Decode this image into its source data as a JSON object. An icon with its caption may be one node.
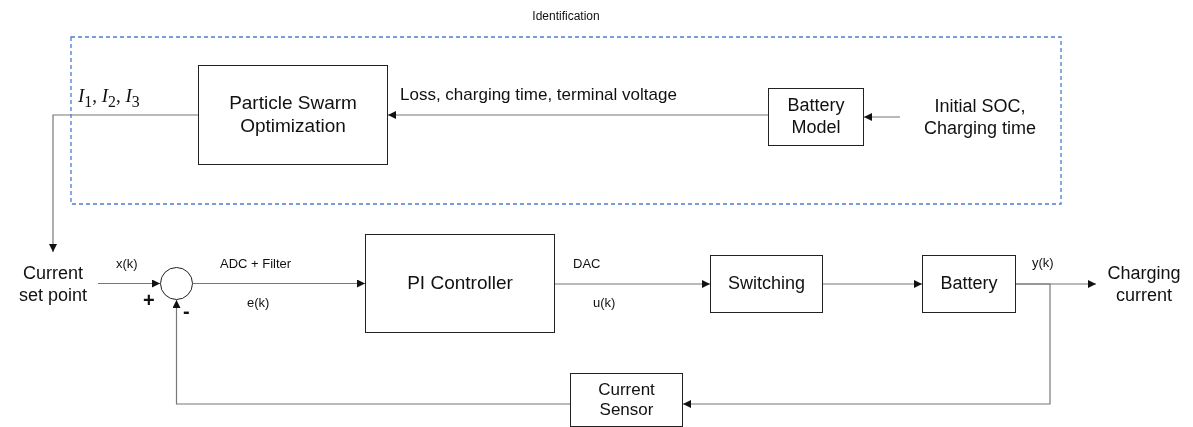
{
  "diagram": {
    "nodes": [
      {
        "text": [
          "Identification"
        ]
      },
      {
        "text": [
          "Particle Swarm Optimization"
        ],
        "in": 0
      },
      {
        "text": [
          "Battery Model"
        ],
        "in": 0
      },
      {
        "text": [
          "Initial SOC, Charging time"
        ],
        "in": 0
      },
      {
        "text": [
          "Current set point"
        ]
      },
      {
        "text": [],
        "shape": "circle"
      },
      {
        "text": [
          "PI Controller"
        ]
      },
      {
        "text": [
          "Switching"
        ]
      },
      {
        "text": [
          "Battery"
        ]
      },
      {
        "text": [
          "Charging current"
        ]
      },
      {
        "text": [
          "Current Sensor"
        ]
      }
    ],
    "edges": [
      {
        "from": 3,
        "to": 2,
        "arrow": "to"
      },
      {
        "from": 2,
        "to": 1,
        "arrow": "to",
        "label": "Loss, charging time, terminal voltage"
      },
      {
        "from": 1,
        "to": 4,
        "arrow": "to",
        "label": "*I*$_{1}$, *I*$_{2}$, *I*$_{3}$"
      },
      {
        "from": 4,
        "to": 5,
        "arrow": "to",
        "label": "x(k)"
      },
      {
        "from": 5,
        "to": 6,
        "arrow": "to",
        "label": "ADC + Filter"
      },
      {
        "from": 6,
        "to": 7,
        "arrow": "to",
        "label": "DAC"
      },
      {
        "from": 7,
        "to": 8,
        "arrow": "to"
      },
      {
        "from": 8,
        "to": 9,
        "arrow": "to"
      },
      {
        "from": 8,
        "to": 10,
        "arrow": "to"
      },
      {
        "from": 10,
        "to": 5,
        "arrow": "to"
      }
    ],
    "labels": [
      "+",
      "-",
      "e(k)",
      "u(k)",
      "y(k)"
    ]
  }
}
